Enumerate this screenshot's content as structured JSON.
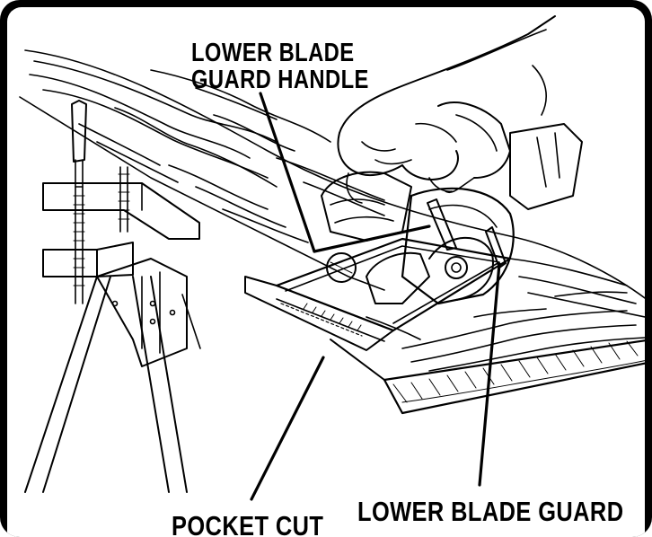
{
  "labels": {
    "handle_line1": "LOWER BLADE",
    "handle_line2": "GUARD HANDLE",
    "pocket_cut": "POCKET CUT",
    "lower_guard": "LOWER BLADE GUARD"
  },
  "colors": {
    "ink": "#000000",
    "paper": "#ffffff"
  }
}
